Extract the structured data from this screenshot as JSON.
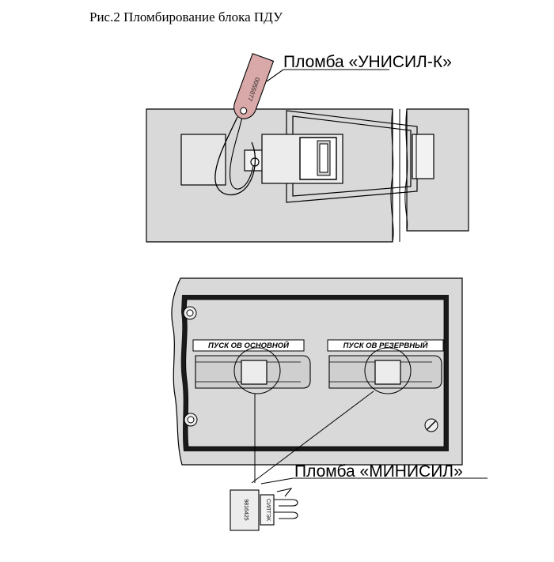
{
  "figure": {
    "caption": "Рис.2 Пломбирование блока ПДУ"
  },
  "top_view": {
    "seal_callout": "Пломба «УНИСИЛ-К»",
    "tag_number": "0055077"
  },
  "bottom_view": {
    "seal_callout": "Пломба  «МИНИСИЛ»",
    "label_main": "ПУСК ОВ ОСНОВНОЙ",
    "label_reserve": "ПУСК ОВ РЕЗЕРВНЫЙ",
    "seal_brand": "СИЛТЭК",
    "seal_number": "9816425"
  },
  "colors": {
    "panel_fill": "#d9d9d9",
    "line": "#000000",
    "frame": "#1a1a1a"
  }
}
